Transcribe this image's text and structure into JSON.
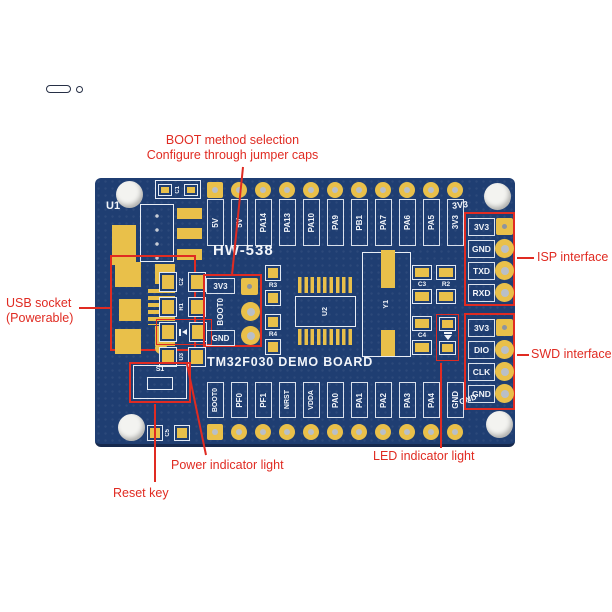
{
  "annotations": {
    "color": "#e02b22",
    "boot": {
      "line1": "BOOT method selection",
      "line2": "Configure through jumper caps"
    },
    "usb": {
      "line1": "USB socket",
      "line2": "(Powerable)"
    },
    "isp": "ISP interface",
    "swd": "SWD interface",
    "led": "LED indicator light",
    "power": "Power indicator light",
    "reset": "Reset key"
  },
  "board": {
    "model": "HW-538",
    "title": "STM32F030 DEMO BOARD",
    "corner_label": "3V3",
    "corner_gnd": "GND",
    "top_pins": [
      "5V",
      "5V",
      "PA14",
      "PA13",
      "PA10",
      "PA9",
      "PB1",
      "PA7",
      "PA6",
      "PA5",
      "3V3"
    ],
    "bottom_pins": [
      "BOOT0",
      "PF0",
      "PF1",
      "NRST",
      "VDDA",
      "PA0",
      "PA1",
      "PA2",
      "PA3",
      "PA4",
      "GND"
    ],
    "isp_pins": [
      "3V3",
      "GND",
      "TXD",
      "RXD"
    ],
    "swd_pins": [
      "3V3",
      "DIO",
      "CLK",
      "GND"
    ],
    "boot_jumper": {
      "top": "3V3",
      "mid": "BOOT0",
      "bot": "GND"
    },
    "refs": {
      "u1": "U1",
      "u2": "U2",
      "u3": "U3",
      "c1": "C1",
      "c2": "C2",
      "c3": "C3",
      "c4": "C4",
      "c5": "C5",
      "r1": "R1",
      "r2": "R2",
      "r3": "R3",
      "r4": "R4",
      "y1": "Y1",
      "s1": "S1"
    },
    "colors": {
      "pcb": "#1f3e72",
      "pad": "#e9c04a",
      "silk": "#f2f5fa",
      "red": "#e02b22"
    }
  }
}
